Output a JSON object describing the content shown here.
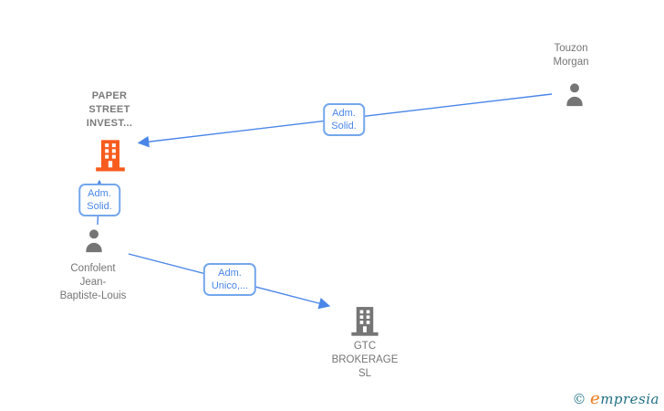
{
  "diagram": {
    "nodes": [
      {
        "id": "touzon-morgan",
        "type": "person",
        "label": "Touzon\nMorgan"
      },
      {
        "id": "paper-street-invest",
        "type": "company",
        "label": "PAPER\nSTREET\nINVEST...",
        "emphasis": true,
        "icon_color": "#f75c1e"
      },
      {
        "id": "confolent-jean-baptiste-louis",
        "type": "person",
        "label": "Confolent\nJean-\nBaptiste-Louis"
      },
      {
        "id": "gtc-brokerage-sl",
        "type": "company",
        "label": "GTC\nBROKERAGE\nSL",
        "icon_color": "#757575"
      }
    ],
    "edges": [
      {
        "from": "touzon-morgan",
        "to": "paper-street-invest",
        "label": "Adm.\nSolid."
      },
      {
        "from": "confolent-jean-baptiste-louis",
        "to": "paper-street-invest",
        "label": "Adm.\nSolid."
      },
      {
        "from": "confolent-jean-baptiste-louis",
        "to": "gtc-brokerage-sl",
        "label": "Adm.\nUnico,..."
      }
    ],
    "colors": {
      "edge": "#4a86e8",
      "edge_label_text": "#4a86e8",
      "edge_label_border": "#74a7ec",
      "company_highlight": "#f75c1e",
      "icon_gray": "#757575",
      "node_label_text": "#757575"
    }
  },
  "footer": {
    "copyright_symbol": "©",
    "brand_initial": "e",
    "brand_rest": "mpresia"
  }
}
